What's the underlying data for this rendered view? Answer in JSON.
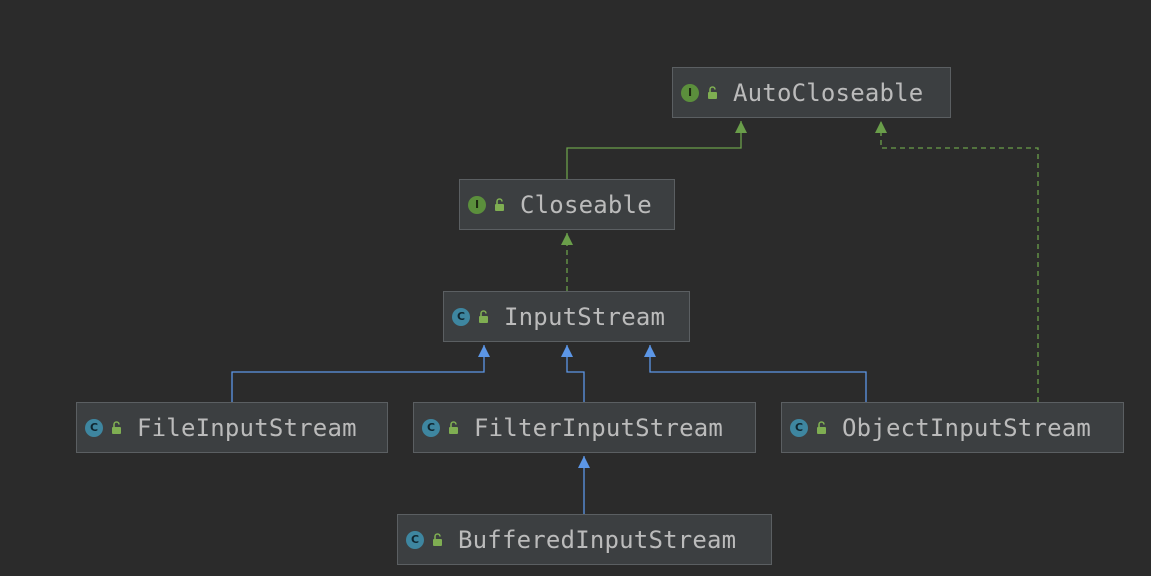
{
  "diagram": {
    "nodes": [
      {
        "id": "autocloseable",
        "label": "AutoCloseable",
        "kind": "interface",
        "kind_letter": "I",
        "icon": "interface-icon"
      },
      {
        "id": "closeable",
        "label": "Closeable",
        "kind": "interface",
        "kind_letter": "I",
        "icon": "interface-icon"
      },
      {
        "id": "inputstream",
        "label": "InputStream",
        "kind": "class",
        "kind_letter": "C",
        "icon": "abstract-class-icon"
      },
      {
        "id": "fileinputstream",
        "label": "FileInputStream",
        "kind": "class",
        "kind_letter": "C",
        "icon": "class-icon"
      },
      {
        "id": "filterinputstream",
        "label": "FilterInputStream",
        "kind": "class",
        "kind_letter": "C",
        "icon": "class-icon"
      },
      {
        "id": "objectinputstream",
        "label": "ObjectInputStream",
        "kind": "class",
        "kind_letter": "C",
        "icon": "class-icon"
      },
      {
        "id": "bufferedinputstream",
        "label": "BufferedInputStream",
        "kind": "class",
        "kind_letter": "C",
        "icon": "class-icon"
      }
    ],
    "edges": [
      {
        "from": "closeable",
        "to": "autocloseable",
        "type": "extends-interface",
        "style": "solid",
        "color": "#6a9e4a"
      },
      {
        "from": "inputstream",
        "to": "closeable",
        "type": "implements",
        "style": "dashed",
        "color": "#6a9e4a"
      },
      {
        "from": "objectinputstream",
        "to": "autocloseable",
        "type": "implements",
        "style": "dashed",
        "color": "#6a9e4a"
      },
      {
        "from": "fileinputstream",
        "to": "inputstream",
        "type": "extends",
        "style": "solid",
        "color": "#5c96e6"
      },
      {
        "from": "filterinputstream",
        "to": "inputstream",
        "type": "extends",
        "style": "solid",
        "color": "#5c96e6"
      },
      {
        "from": "objectinputstream",
        "to": "inputstream",
        "type": "extends",
        "style": "solid",
        "color": "#5c96e6"
      },
      {
        "from": "bufferedinputstream",
        "to": "filterinputstream",
        "type": "extends",
        "style": "solid",
        "color": "#5c96e6"
      }
    ],
    "colors": {
      "background": "#2b2b2b",
      "node_fill": "#3c3f41",
      "node_border": "#5b5f62",
      "text": "#bbbbbb",
      "interface_icon": "#5b8f3c",
      "class_icon": "#3e86a0",
      "implements_edge": "#6a9e4a",
      "extends_edge": "#5c96e6",
      "lock_icon": "#7fae52"
    }
  }
}
